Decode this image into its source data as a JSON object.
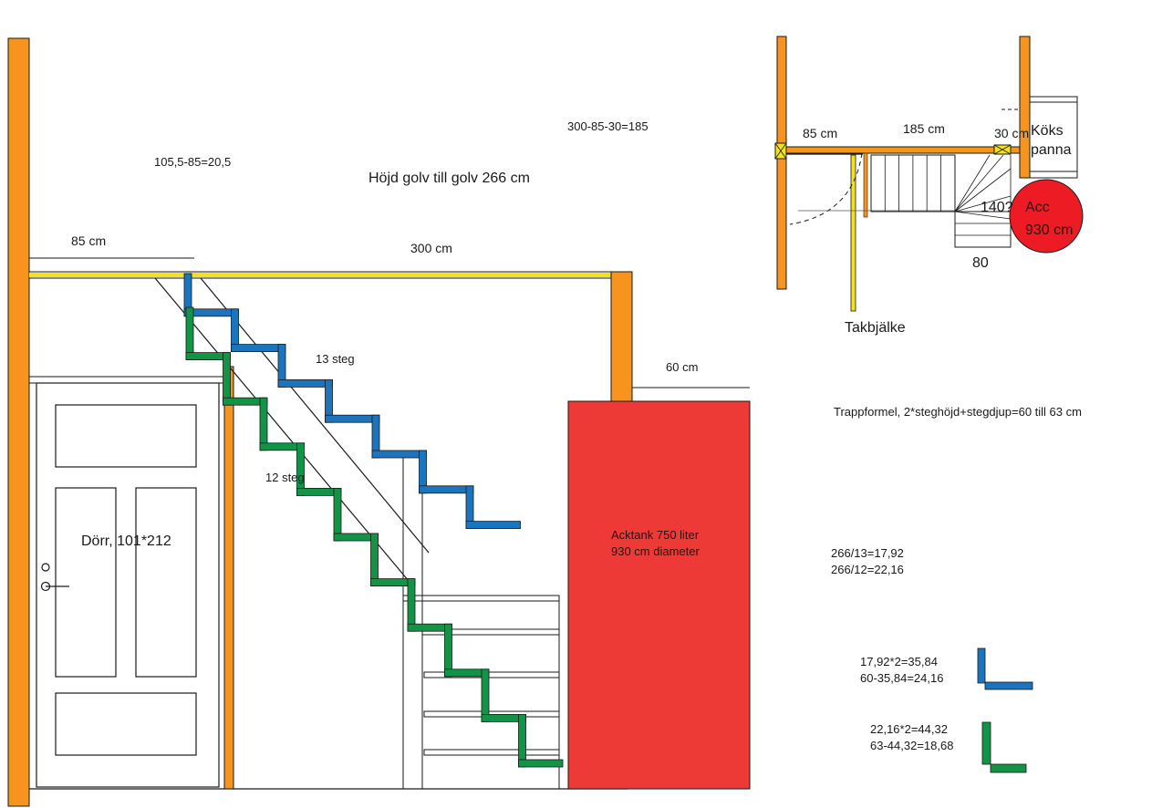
{
  "colors": {
    "wood": "#f7941d",
    "beam": "#f2e21a",
    "tank": "#ee3a36",
    "tank_small": "#ed1c24",
    "stair_blue": "#1c75bc",
    "stair_green": "#119446",
    "line": "#1a1a1a"
  },
  "elevation": {
    "calc_offset": "105,5-85=20,5",
    "calc_main": "300-85-30=185",
    "height_label": "Höjd golv till golv 266 cm",
    "dim_85": "85 cm",
    "dim_300": "300 cm",
    "dim_60": "60 cm",
    "steps_13": "13 steg",
    "steps_12": "12 steg",
    "door_label": "Dörr, 101*212",
    "tank_line1": "Acktank 750 liter",
    "tank_line2": "930 cm diameter"
  },
  "plan": {
    "dim_85": "85 cm",
    "dim_185": "185 cm",
    "dim_30": "30 cm",
    "stove_line1": "Köks",
    "stove_line2": "panna",
    "acc_line1": "Acc",
    "acc_line2": "930 cm",
    "dim_140": "140?",
    "dim_80": "80",
    "beam_label": "Takbjälke"
  },
  "notes": {
    "formula": "Trappformel, 2*steghöjd+stegdjup=60 till 63 cm",
    "div_13": "266/13=17,92",
    "div_12": "266/12=22,16",
    "blue_calc1": "17,92*2=35,84",
    "blue_calc2": "60-35,84=24,16",
    "green_calc1": "22,16*2=44,32",
    "green_calc2": "63-44,32=18,68"
  }
}
